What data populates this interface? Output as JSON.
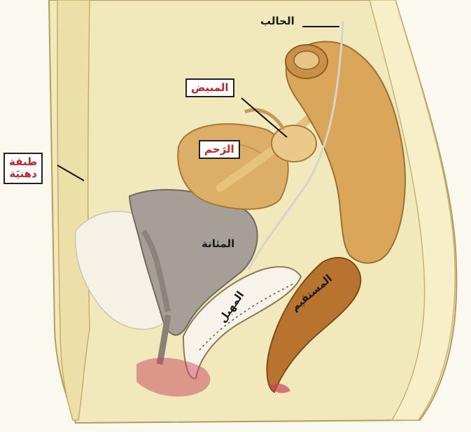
{
  "labels": {
    "catheter": "الحالب",
    "ovary": "المبيض",
    "uterus": "الرَحم",
    "fat_layer_line1": "طبقة",
    "fat_layer_line2": "دهنيَة",
    "bladder": "المثانة",
    "vagina": "المهبل",
    "rectum": "المستقيم"
  },
  "colors": {
    "background": "#fbf8ef",
    "tissue": "#f0e6b8",
    "uterus": "#dcae68",
    "colon": "#d9a65a",
    "rectum": "#b8742e",
    "bladder": "#a59f97",
    "fat": "#f3efe6",
    "blood": "#c8455a",
    "label_box_text": "#c0262c"
  }
}
